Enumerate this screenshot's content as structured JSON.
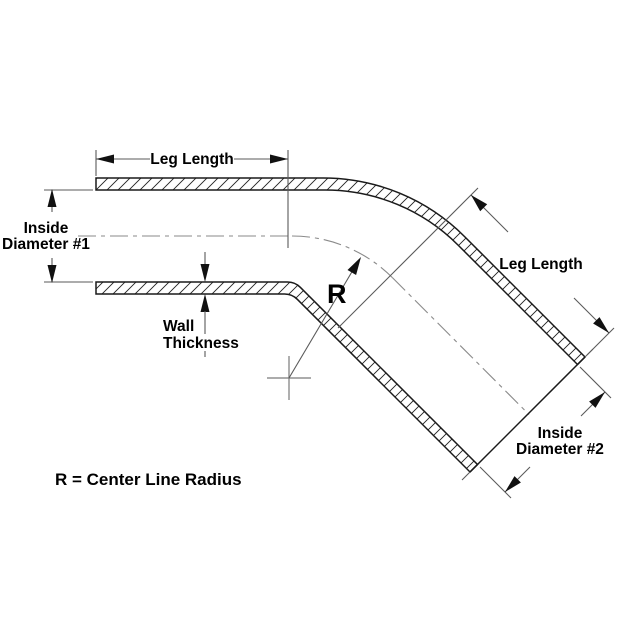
{
  "diagram": {
    "type": "technical-dimension-drawing",
    "subject": "45 degree reducer elbow tube cross-section",
    "labels": {
      "top_leg_length": "Leg Length",
      "inside_diameter_1_line1": "Inside",
      "inside_diameter_1_line2": "Diameter #1",
      "wall_thickness_line1": "Wall",
      "wall_thickness_line2": "Thickness",
      "radius_symbol": "R",
      "right_leg_length": "Leg Length",
      "inside_diameter_2_line1": "Inside",
      "inside_diameter_2_line2": "Diameter #2",
      "legend": "R = Center Line Radius"
    },
    "colors": {
      "background": "#ffffff",
      "tube_outline": "#1a1a1a",
      "dimension_lines": "#5a5a5a",
      "center_lines": "#8a8a8a",
      "text": "#000000"
    }
  }
}
